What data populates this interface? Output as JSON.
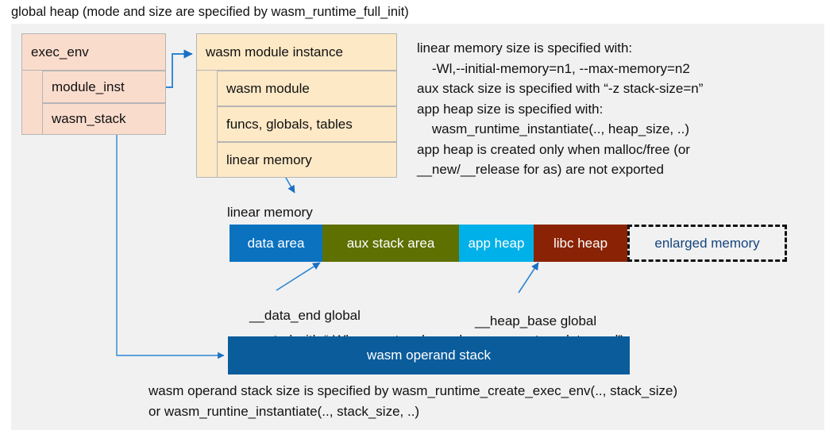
{
  "title": "global heap (mode and size are specified by wasm_runtime_full_init)",
  "exec_env": {
    "header": "exec_env",
    "fields": [
      {
        "label": "module_inst"
      },
      {
        "label": "wasm_stack"
      }
    ]
  },
  "module_instance": {
    "header": "wasm module instance",
    "fields": [
      {
        "label": "wasm module"
      },
      {
        "label": "funcs, globals, tables"
      },
      {
        "label": "linear memory"
      }
    ]
  },
  "notes": {
    "memory_notes": "linear memory size is specified with:\n    -Wl,--initial-memory=n1, --max-memory=n2\naux stack size is specified with “-z stack-size=n”\napp heap size is specified with:\n    wasm_runtime_instantiate(.., heap_size, ..)\napp heap is created only when malloc/free (or\n__new/__release for as) are not exported"
  },
  "linear_memory": {
    "caption": "linear memory",
    "segments": [
      {
        "label": "data area",
        "color": "#0b72c0",
        "text_color": "#ffffff"
      },
      {
        "label": "aux stack area",
        "color": "#5e7000",
        "text_color": "#ffffff"
      },
      {
        "label": "app heap",
        "color": "#00b0e8",
        "text_color": "#ffffff"
      },
      {
        "label": "libc heap",
        "color": "#8a2305",
        "text_color": "#ffffff"
      },
      {
        "label": "enlarged memory",
        "color": "#f1f1f1",
        "text_color": "#15457e"
      }
    ],
    "annotations": {
      "data_end": "__data_end global",
      "heap_base": "__heap_base global",
      "exported": "exported with “-Wl,--export=__heap_base,--export=__data_end”"
    }
  },
  "operand_stack": {
    "label": "wasm operand stack",
    "color": "#0b5c9b",
    "note": "wasm operand stack size is specified by wasm_runtime_create_exec_env(.., stack_size)\nor wasm_runtine_instantiate(.., stack_size, ..)"
  },
  "colors": {
    "canvas": "#f1f1f1",
    "pink": "#fadccd",
    "cream": "#fde9c6",
    "border": "#b5b5b5",
    "connector": "#2e86d4"
  }
}
